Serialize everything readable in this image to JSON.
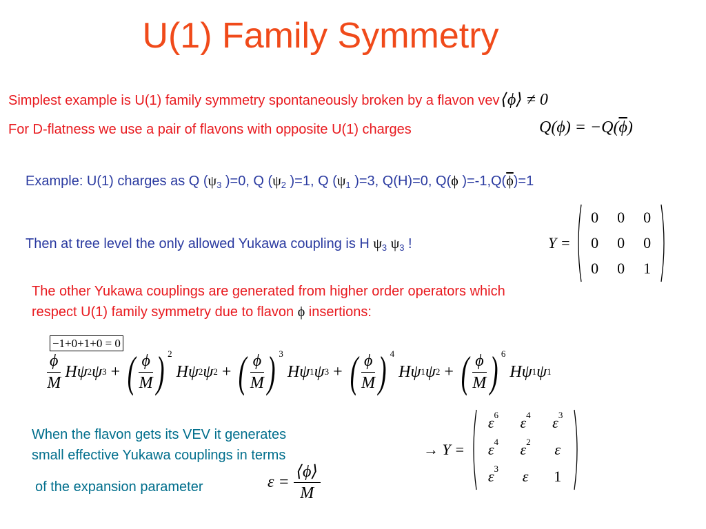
{
  "title": "U(1) Family Symmetry",
  "line1": {
    "text": "Simplest example is U(1) family symmetry spontaneously broken by a flavon vev",
    "math": "⟨ϕ⟩ ≠ 0"
  },
  "line2": {
    "text": "For D-flatness we use a pair of flavons with opposite U(1) charges",
    "math_lhs": "Q(ϕ) = −Q(",
    "math_bar": "ϕ",
    "math_rhs": ")"
  },
  "example": {
    "p1": "Example: U(1) charges as Q (",
    "psi": "ψ",
    "s3": "3",
    "p2": " )=0, Q (",
    "s2": "2",
    "p3": " )=1, Q (",
    "s1": "1",
    "p4": " )=3, Q(H)=0, Q(",
    "phi": "ϕ",
    "p5": " )=-1,Q(",
    "p6": ")=1"
  },
  "tree": {
    "p1": "Then at tree level the only allowed Yukawa coupling is H ",
    "psi": "ψ",
    "s3": "3",
    "end": " !"
  },
  "matrix_Y": {
    "label": "Y =",
    "rows": [
      [
        "0",
        "0",
        "0"
      ],
      [
        "0",
        "0",
        "0"
      ],
      [
        "0",
        "0",
        "1"
      ]
    ]
  },
  "other": {
    "line1": "The other Yukawa couplings are generated from higher order operators which",
    "line2_a": "respect U(1) family symmetry due to flavon ",
    "phi": "ϕ",
    "line2_b": " insertions:"
  },
  "charges_box": "−1+0+1+0 = 0",
  "expansion": {
    "num": "ϕ",
    "den": "M",
    "H": "H",
    "psi": "ψ",
    "plus": "+",
    "terms": [
      {
        "pow": "",
        "a": "2",
        "b": "3"
      },
      {
        "pow": "2",
        "a": "2",
        "b": "2"
      },
      {
        "pow": "3",
        "a": "1",
        "b": "3"
      },
      {
        "pow": "4",
        "a": "1",
        "b": "2"
      },
      {
        "pow": "6",
        "a": "1",
        "b": "1"
      }
    ]
  },
  "vev": {
    "line1": "When the flavon gets its VEV it generates",
    "line2": "small effective Yukawa couplings in terms",
    "line3": "of the expansion parameter"
  },
  "epsilon_def": {
    "lhs": "ε =",
    "num": "⟨ϕ⟩",
    "den": "M"
  },
  "matrix_Y2": {
    "label": "→ Y =",
    "eps": "ε",
    "rows": [
      [
        {
          "b": "ε",
          "p": "6"
        },
        {
          "b": "ε",
          "p": "4"
        },
        {
          "b": "ε",
          "p": "3"
        }
      ],
      [
        {
          "b": "ε",
          "p": "4"
        },
        {
          "b": "ε",
          "p": "2"
        },
        {
          "b": "ε",
          "p": ""
        }
      ],
      [
        {
          "b": "ε",
          "p": "3"
        },
        {
          "b": "ε",
          "p": ""
        },
        {
          "b": "1",
          "p": ""
        }
      ]
    ]
  },
  "colors": {
    "title": "#f04a1a",
    "red": "#e8191e",
    "blue": "#2a3aa0",
    "teal": "#006e8c"
  }
}
